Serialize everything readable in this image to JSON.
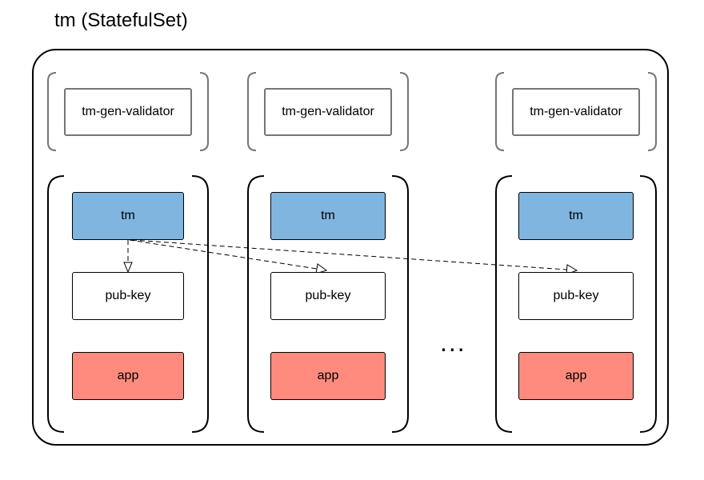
{
  "diagram": {
    "title": "tm (StatefulSet)",
    "ellipsis": "...",
    "replicas": [
      {
        "init_container": "tm-gen-validator",
        "containers": [
          "tm",
          "pub-key",
          "app"
        ]
      },
      {
        "init_container": "tm-gen-validator",
        "containers": [
          "tm",
          "pub-key",
          "app"
        ]
      },
      {
        "init_container": "tm-gen-validator",
        "containers": [
          "tm",
          "pub-key",
          "app"
        ]
      }
    ],
    "colors": {
      "tm": "#80b5e0",
      "pub_key": "#ffffff",
      "app": "#ff8b7e",
      "init_border": "#757575"
    }
  }
}
